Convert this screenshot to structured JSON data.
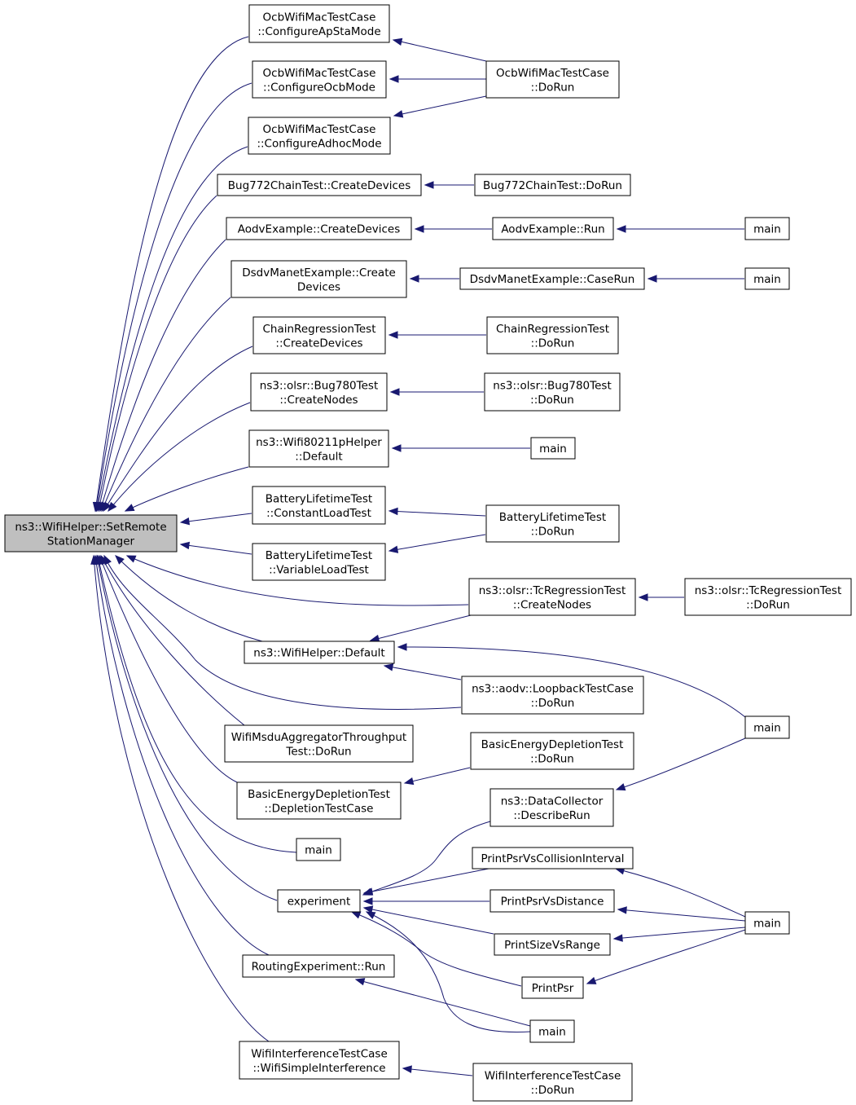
{
  "graph": {
    "nodes": {
      "root": {
        "lines": [
          "ns3::WifiHelper::SetRemote",
          "StationManager"
        ],
        "highlighted": true
      },
      "cfgApSta": {
        "lines": [
          "OcbWifiMacTestCase",
          "::ConfigureApStaMode"
        ]
      },
      "cfgOcb": {
        "lines": [
          "OcbWifiMacTestCase",
          "::ConfigureOcbMode"
        ]
      },
      "cfgAdhoc": {
        "lines": [
          "OcbWifiMacTestCase",
          "::ConfigureAdhocMode"
        ]
      },
      "ocbDoRun": {
        "lines": [
          "OcbWifiMacTestCase",
          "::DoRun"
        ]
      },
      "bug772Cd": {
        "lines": [
          "Bug772ChainTest::CreateDevices"
        ]
      },
      "bug772Dr": {
        "lines": [
          "Bug772ChainTest::DoRun"
        ]
      },
      "aodvCd": {
        "lines": [
          "AodvExample::CreateDevices"
        ]
      },
      "aodvRun": {
        "lines": [
          "AodvExample::Run"
        ]
      },
      "main1": {
        "lines": [
          "main"
        ]
      },
      "dsdvCd": {
        "lines": [
          "DsdvManetExample::Create",
          "Devices"
        ]
      },
      "dsdvCr": {
        "lines": [
          "DsdvManetExample::CaseRun"
        ]
      },
      "main2": {
        "lines": [
          "main"
        ]
      },
      "chainCd": {
        "lines": [
          "ChainRegressionTest",
          "::CreateDevices"
        ]
      },
      "chainDr": {
        "lines": [
          "ChainRegressionTest",
          "::DoRun"
        ]
      },
      "bug780Cn": {
        "lines": [
          "ns3::olsr::Bug780Test",
          "::CreateNodes"
        ]
      },
      "bug780Dr": {
        "lines": [
          "ns3::olsr::Bug780Test",
          "::DoRun"
        ]
      },
      "w80211": {
        "lines": [
          "ns3::Wifi80211pHelper",
          "::Default"
        ]
      },
      "main3": {
        "lines": [
          "main"
        ]
      },
      "battConst": {
        "lines": [
          "BatteryLifetimeTest",
          "::ConstantLoadTest"
        ]
      },
      "battVar": {
        "lines": [
          "BatteryLifetimeTest",
          "::VariableLoadTest"
        ]
      },
      "battDr": {
        "lines": [
          "BatteryLifetimeTest",
          "::DoRun"
        ]
      },
      "tcCn": {
        "lines": [
          "ns3::olsr::TcRegressionTest",
          "::CreateNodes"
        ]
      },
      "tcDr": {
        "lines": [
          "ns3::olsr::TcRegressionTest",
          "::DoRun"
        ]
      },
      "wifiDef": {
        "lines": [
          "ns3::WifiHelper::Default"
        ]
      },
      "loopback": {
        "lines": [
          "ns3::aodv::LoopbackTestCase",
          "::DoRun"
        ]
      },
      "main4": {
        "lines": [
          "main"
        ]
      },
      "msdu": {
        "lines": [
          "WifiMsduAggregatorThroughput",
          "Test::DoRun"
        ]
      },
      "basicDr": {
        "lines": [
          "BasicEnergyDepletionTest",
          "::DoRun"
        ]
      },
      "basicDep": {
        "lines": [
          "BasicEnergyDepletionTest",
          "::DepletionTestCase"
        ]
      },
      "dataColl": {
        "lines": [
          "ns3::DataCollector",
          "::DescribeRun"
        ]
      },
      "main5": {
        "lines": [
          "main"
        ]
      },
      "ppColl": {
        "lines": [
          "PrintPsrVsCollisionInterval"
        ]
      },
      "experiment": {
        "lines": [
          "experiment"
        ]
      },
      "ppDist": {
        "lines": [
          "PrintPsrVsDistance"
        ]
      },
      "main6": {
        "lines": [
          "main"
        ]
      },
      "psRange": {
        "lines": [
          "PrintSizeVsRange"
        ]
      },
      "routing": {
        "lines": [
          "RoutingExperiment::Run"
        ]
      },
      "printPsr": {
        "lines": [
          "PrintPsr"
        ]
      },
      "main7": {
        "lines": [
          "main"
        ]
      },
      "interfer": {
        "lines": [
          "WifiInterferenceTestCase",
          "::WifiSimpleInterference"
        ]
      },
      "interDr": {
        "lines": [
          "WifiInterferenceTestCase",
          "::DoRun"
        ]
      }
    },
    "edges": [
      {
        "from": "cfgApSta",
        "to": "root"
      },
      {
        "from": "cfgOcb",
        "to": "root"
      },
      {
        "from": "cfgAdhoc",
        "to": "root"
      },
      {
        "from": "bug772Cd",
        "to": "root"
      },
      {
        "from": "aodvCd",
        "to": "root"
      },
      {
        "from": "dsdvCd",
        "to": "root"
      },
      {
        "from": "chainCd",
        "to": "root"
      },
      {
        "from": "bug780Cn",
        "to": "root"
      },
      {
        "from": "w80211",
        "to": "root"
      },
      {
        "from": "battConst",
        "to": "root"
      },
      {
        "from": "battVar",
        "to": "root"
      },
      {
        "from": "tcCn",
        "to": "root"
      },
      {
        "from": "wifiDef",
        "to": "root"
      },
      {
        "from": "loopback",
        "to": "root"
      },
      {
        "from": "msdu",
        "to": "root"
      },
      {
        "from": "basicDep",
        "to": "root"
      },
      {
        "from": "main5",
        "to": "root"
      },
      {
        "from": "experiment",
        "to": "root"
      },
      {
        "from": "routing",
        "to": "root"
      },
      {
        "from": "interfer",
        "to": "root"
      },
      {
        "from": "ocbDoRun",
        "to": "cfgApSta"
      },
      {
        "from": "ocbDoRun",
        "to": "cfgOcb"
      },
      {
        "from": "ocbDoRun",
        "to": "cfgAdhoc"
      },
      {
        "from": "bug772Dr",
        "to": "bug772Cd"
      },
      {
        "from": "aodvRun",
        "to": "aodvCd"
      },
      {
        "from": "main1",
        "to": "aodvRun"
      },
      {
        "from": "dsdvCr",
        "to": "dsdvCd"
      },
      {
        "from": "main2",
        "to": "dsdvCr"
      },
      {
        "from": "chainDr",
        "to": "chainCd"
      },
      {
        "from": "bug780Dr",
        "to": "bug780Cn"
      },
      {
        "from": "main3",
        "to": "w80211"
      },
      {
        "from": "battDr",
        "to": "battConst"
      },
      {
        "from": "battDr",
        "to": "battVar"
      },
      {
        "from": "tcDr",
        "to": "tcCn"
      },
      {
        "from": "tcCn",
        "to": "wifiDef"
      },
      {
        "from": "loopback",
        "to": "wifiDef"
      },
      {
        "from": "main4",
        "to": "wifiDef"
      },
      {
        "from": "basicDr",
        "to": "basicDep"
      },
      {
        "from": "main4",
        "to": "dataColl"
      },
      {
        "from": "dataColl",
        "to": "experiment"
      },
      {
        "from": "ppColl",
        "to": "experiment"
      },
      {
        "from": "ppDist",
        "to": "experiment"
      },
      {
        "from": "psRange",
        "to": "experiment"
      },
      {
        "from": "printPsr",
        "to": "experiment"
      },
      {
        "from": "main7",
        "to": "experiment"
      },
      {
        "from": "main6",
        "to": "ppColl"
      },
      {
        "from": "main6",
        "to": "ppDist"
      },
      {
        "from": "main6",
        "to": "psRange"
      },
      {
        "from": "main6",
        "to": "printPsr"
      },
      {
        "from": "main7",
        "to": "routing"
      },
      {
        "from": "interDr",
        "to": "interfer"
      }
    ]
  }
}
